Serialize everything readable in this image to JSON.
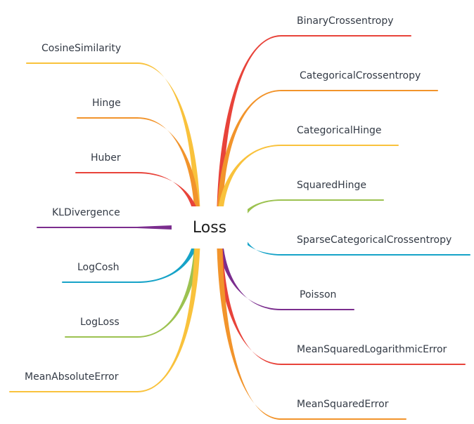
{
  "center": {
    "label": "Loss"
  },
  "left_nodes": [
    {
      "label": "CosineSimilarity",
      "color": "#F9C23C"
    },
    {
      "label": "Hinge",
      "color": "#F2942B"
    },
    {
      "label": "Huber",
      "color": "#E8433A"
    },
    {
      "label": "KLDivergence",
      "color": "#7B2D8E"
    },
    {
      "label": "LogCosh",
      "color": "#16A3C8"
    },
    {
      "label": "LogLoss",
      "color": "#9CC250"
    },
    {
      "label": "MeanAbsoluteError",
      "color": "#F9C23C"
    }
  ],
  "right_nodes": [
    {
      "label": "BinaryCrossentropy",
      "color": "#E8433A"
    },
    {
      "label": "CategoricalCrossentropy",
      "color": "#F2942B"
    },
    {
      "label": "CategoricalHinge",
      "color": "#F9C23C"
    },
    {
      "label": "SquaredHinge",
      "color": "#9CC250"
    },
    {
      "label": "SparseCategoricalCrossentropy",
      "color": "#16A3C8"
    },
    {
      "label": "Poisson",
      "color": "#7B2D8E"
    },
    {
      "label": "MeanSquaredLogarithmicError",
      "color": "#E8433A"
    },
    {
      "label": "MeanSquaredError",
      "color": "#F2942B"
    }
  ]
}
